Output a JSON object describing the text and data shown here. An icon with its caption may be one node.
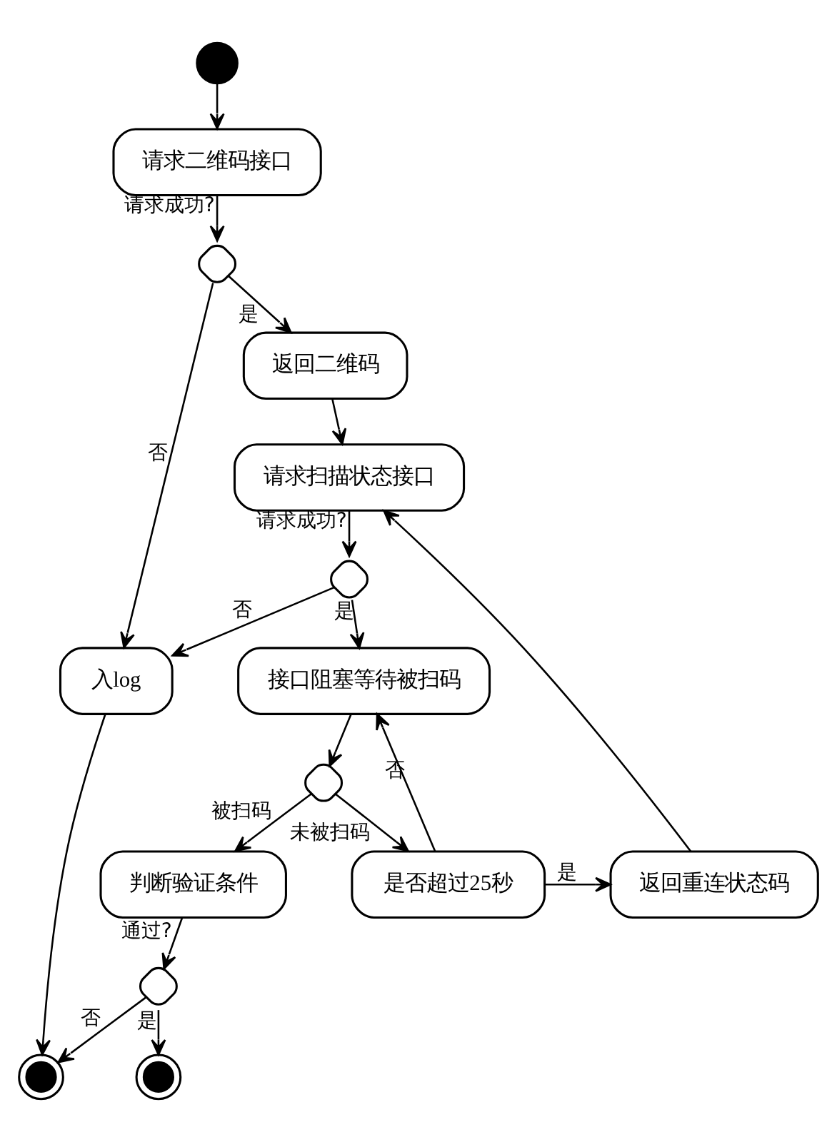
{
  "diagram": {
    "nodes": [
      {
        "text": [],
        "shape": "dot"
      },
      {
        "text": [
          "请求二维码接口"
        ]
      },
      {
        "text": [],
        "shape": "diamond"
      },
      {
        "text": [
          "返回二维码"
        ]
      },
      {
        "text": [
          "请求扫描状态接口"
        ]
      },
      {
        "text": [],
        "shape": "diamond"
      },
      {
        "text": [
          "入log"
        ]
      },
      {
        "text": [
          "接口阻塞等待被扫码"
        ]
      },
      {
        "text": [],
        "shape": "diamond"
      },
      {
        "text": [
          "是否超过25秒"
        ]
      },
      {
        "text": [
          "返回重连状态码"
        ]
      },
      {
        "text": [
          "判断验证条件"
        ]
      },
      {
        "text": [],
        "shape": "diamond"
      },
      {
        "text": [],
        "shape": "bullseye"
      },
      {
        "text": [],
        "shape": "bullseye"
      }
    ],
    "edges": [
      {
        "from": 0,
        "to": 1,
        "arrow": "to"
      },
      {
        "from": 1,
        "to": 2,
        "arrow": "to",
        "label": "请求成功?"
      },
      {
        "from": 2,
        "to": 6,
        "arrow": "to",
        "label": "否"
      },
      {
        "from": 2,
        "to": 3,
        "arrow": "to",
        "label": "是"
      },
      {
        "from": 3,
        "to": 4,
        "arrow": "to"
      },
      {
        "from": 4,
        "to": 5,
        "arrow": "to",
        "label": "请求成功?"
      },
      {
        "from": 5,
        "to": 6,
        "arrow": "to",
        "label": "否"
      },
      {
        "from": 5,
        "to": 7,
        "arrow": "to",
        "label": "是"
      },
      {
        "from": 7,
        "to": 8,
        "arrow": "to"
      },
      {
        "from": 8,
        "to": 9,
        "arrow": "to",
        "label": "未被扫码"
      },
      {
        "from": 8,
        "to": 11,
        "arrow": "to",
        "label": "被扫码"
      },
      {
        "from": 9,
        "to": 7,
        "arrow": "to",
        "label": "否"
      },
      {
        "from": 9,
        "to": 10,
        "arrow": "to",
        "label": "是"
      },
      {
        "from": 10,
        "to": 4,
        "arrow": "to"
      },
      {
        "from": 11,
        "to": 12,
        "arrow": "to",
        "label": "通过?"
      },
      {
        "from": 12,
        "to": 13,
        "arrow": "to",
        "label": "否"
      },
      {
        "from": 12,
        "to": 14,
        "arrow": "to",
        "label": "是"
      },
      {
        "from": 6,
        "to": 13,
        "arrow": "to"
      }
    ]
  }
}
